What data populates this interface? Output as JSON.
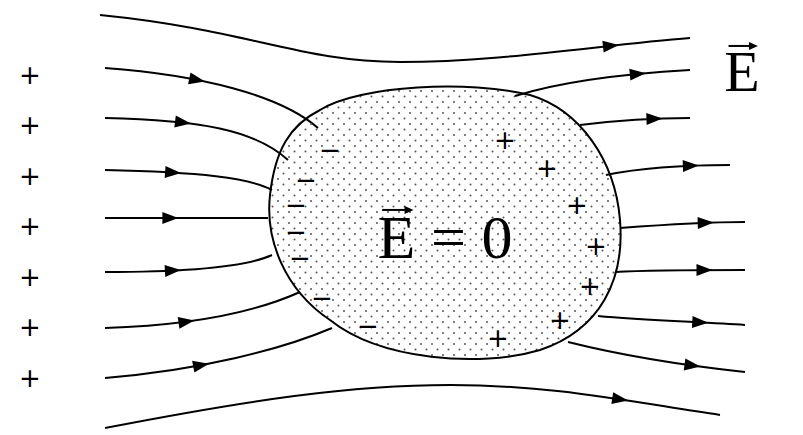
{
  "diagram": {
    "nodes": [
      {
        "text": [
          "E = 0"
        ]
      }
    ],
    "labels": [
      "+",
      "+",
      "+",
      "+",
      "+",
      "+",
      "+",
      "E",
      "−",
      "−",
      "−",
      "−",
      "−",
      "−",
      "−",
      "+",
      "+",
      "+",
      "+",
      "+",
      "+",
      "+"
    ]
  }
}
